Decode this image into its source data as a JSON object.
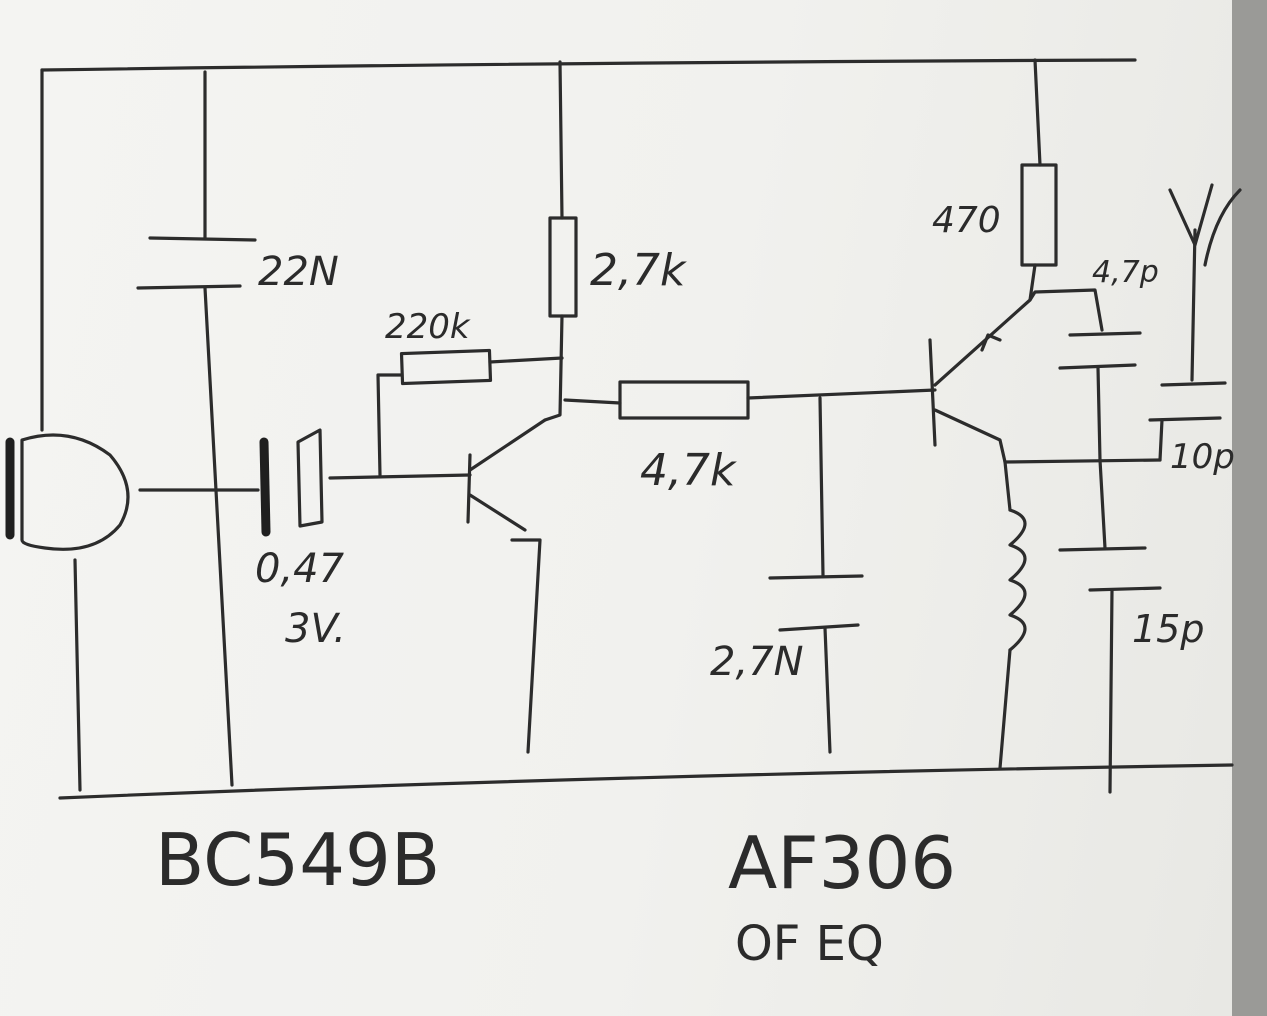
{
  "labels": {
    "c_22n": "22N",
    "r_220k": "220k",
    "r_2k7": "2,7k",
    "c_047": "0,47",
    "c_047_voltage": "3V.",
    "r_4k7": "4,7k",
    "c_2n7": "2,7N",
    "r_470": "470",
    "c_4p7": "4,7p",
    "c_10p": "10p",
    "c_15p": "15p",
    "transistor_1": "BC549B",
    "transistor_2": "AF306",
    "transistor_2_alt": "OF EQ"
  },
  "colors": {
    "paper": "#f2f2ef",
    "ink": "#2c2c2c"
  }
}
